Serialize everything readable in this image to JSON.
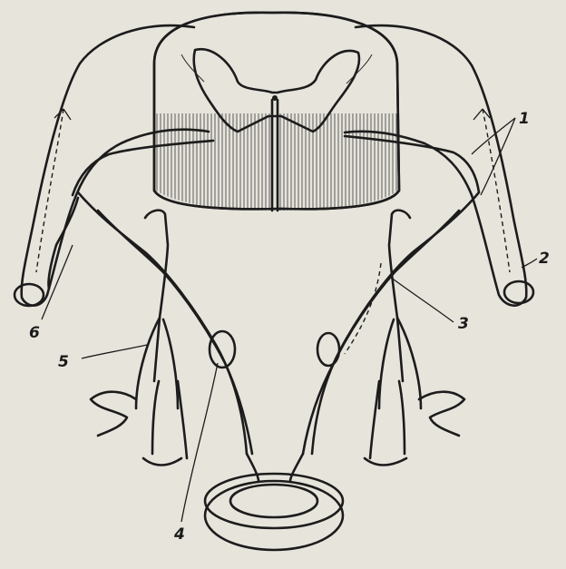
{
  "figure": {
    "labels": {
      "l1": "1",
      "l2": "2",
      "l3": "3",
      "l4": "4",
      "l5": "5",
      "l6": "6"
    },
    "colors": {
      "paper": "#e7e4dc",
      "ink": "#1c1c1c",
      "grey_matter": "#9a968e",
      "white_matter": "#cfccc3"
    }
  }
}
